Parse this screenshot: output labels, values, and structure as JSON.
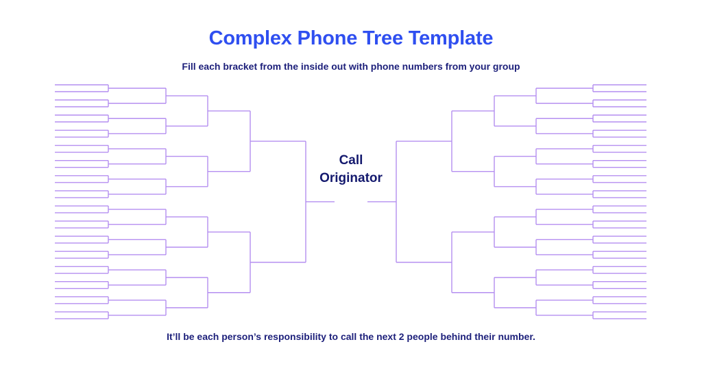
{
  "header": {
    "title": "Complex Phone Tree Template",
    "subtitle": "Fill each bracket from the inside out with phone numbers from your group"
  },
  "center": {
    "line1": "Call",
    "line2": "Originator"
  },
  "footer": {
    "note": "It’ll be each person’s responsibility to call the next 2 people behind their number."
  },
  "bracket": {
    "line_color": "#b48ef0",
    "leaves_per_side": 32,
    "rounds": 5,
    "sides": [
      "left",
      "right"
    ]
  },
  "colors": {
    "title": "#2f4ff0",
    "text": "#1c1f7a",
    "line": "#b48ef0"
  }
}
